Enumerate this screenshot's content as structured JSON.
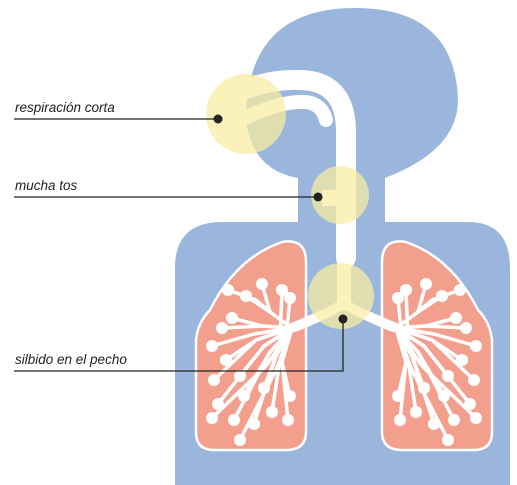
{
  "colors": {
    "body": "#9bb6dd",
    "airway": "#ffffff",
    "lung_fill": "#f2a08d",
    "bronchi": "#ffffff",
    "highlight": "#f8eda0",
    "leader": "#222222"
  },
  "callouts": [
    {
      "id": "short-breath",
      "label": "respiración corta"
    },
    {
      "id": "cough",
      "label": "mucha tos"
    },
    {
      "id": "wheeze",
      "label": "silbido en el pecho"
    }
  ]
}
